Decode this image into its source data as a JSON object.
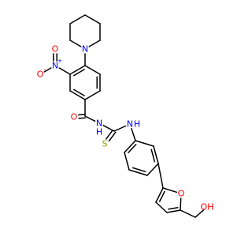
{
  "colors": {
    "bond": "#000000",
    "nitrogen": "#0000ff",
    "oxygen": "#ff0000",
    "sulfur": "#999900"
  },
  "atoms": [
    {
      "id": "N_pip",
      "label": "N",
      "element": "nitrogen"
    },
    {
      "id": "N_nitro",
      "label": "N",
      "element": "nitrogen",
      "charge": "+"
    },
    {
      "id": "O_nitro1",
      "label": "O",
      "element": "oxygen"
    },
    {
      "id": "O_nitro2",
      "label": "O",
      "element": "oxygen",
      "charge": "-"
    },
    {
      "id": "O_amide",
      "label": "O",
      "element": "oxygen"
    },
    {
      "id": "N_amide",
      "label": "N",
      "element": "nitrogen",
      "hydrogen": "H"
    },
    {
      "id": "S_thio",
      "label": "S",
      "element": "sulfur"
    },
    {
      "id": "N_thio",
      "label": "N",
      "element": "nitrogen",
      "hydrogen": "H"
    },
    {
      "id": "O_furan",
      "label": "O",
      "element": "oxygen"
    },
    {
      "id": "O_hydroxyl",
      "label": "OH",
      "element": "oxygen"
    }
  ]
}
